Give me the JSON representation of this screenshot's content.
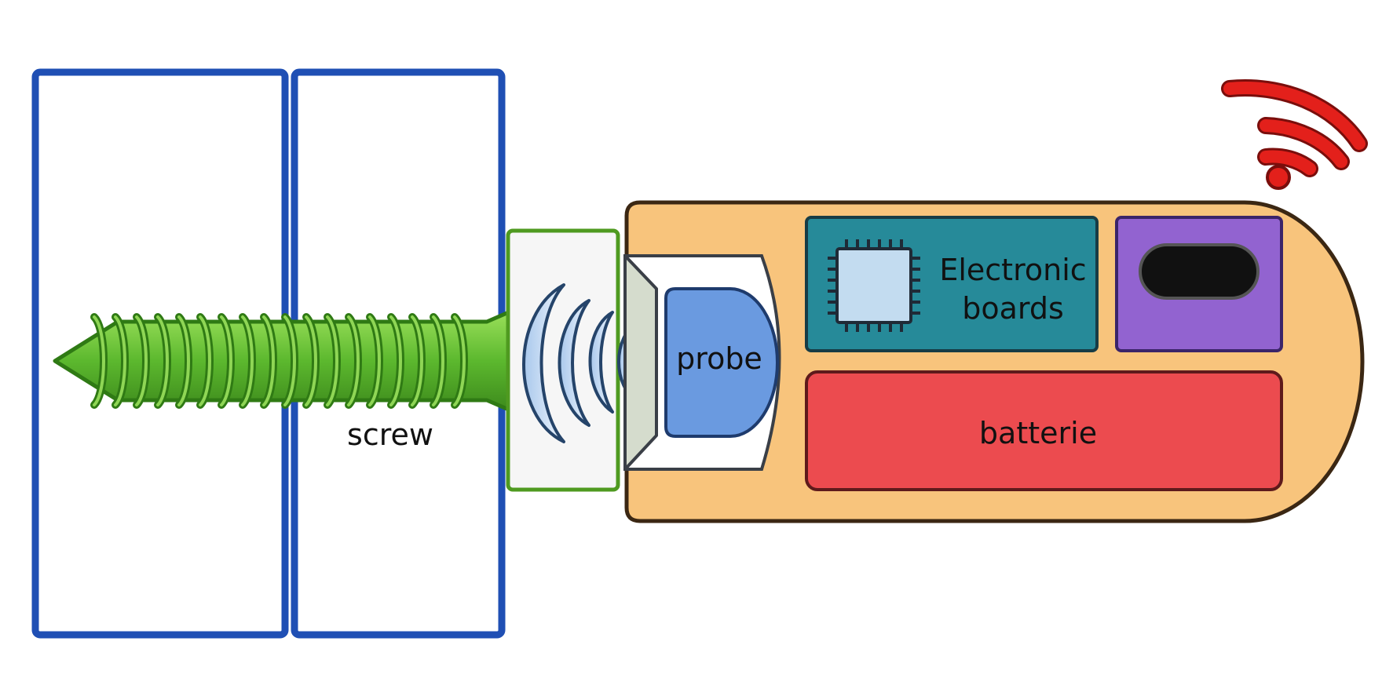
{
  "labels": {
    "screw": "screw",
    "probe": "probe",
    "electronics": [
      "Electronic",
      "boards"
    ],
    "battery": "batterie"
  },
  "icons": {
    "wireless": "wifi-signal-icon",
    "chip": "microchip-icon",
    "waves": "sound-wave-icon"
  },
  "colors": {
    "plate_border": "#1f4fb4",
    "screw": "#5cb82e",
    "housing": "#f8c47c",
    "electronics_board": "#268a99",
    "purple_module": "#9263d0",
    "battery": "#ec4b4f",
    "probe": "#6a9ae0",
    "wifi": "#e3201b",
    "waves": "#c9dcf2"
  }
}
